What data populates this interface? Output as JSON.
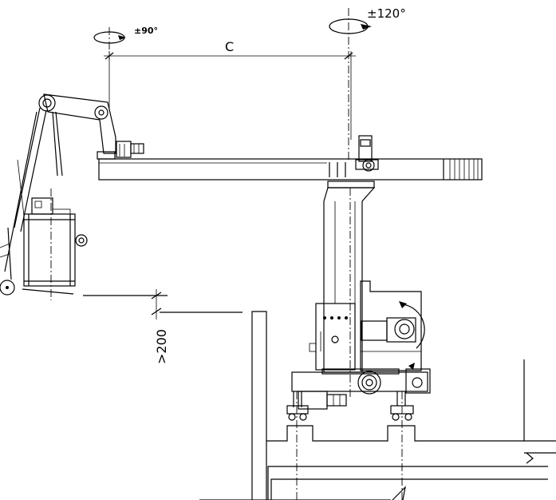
{
  "labels": {
    "dim_c": "C",
    "rot_top": "±120°",
    "rot_left": "±90°",
    "clearance": ">200"
  }
}
